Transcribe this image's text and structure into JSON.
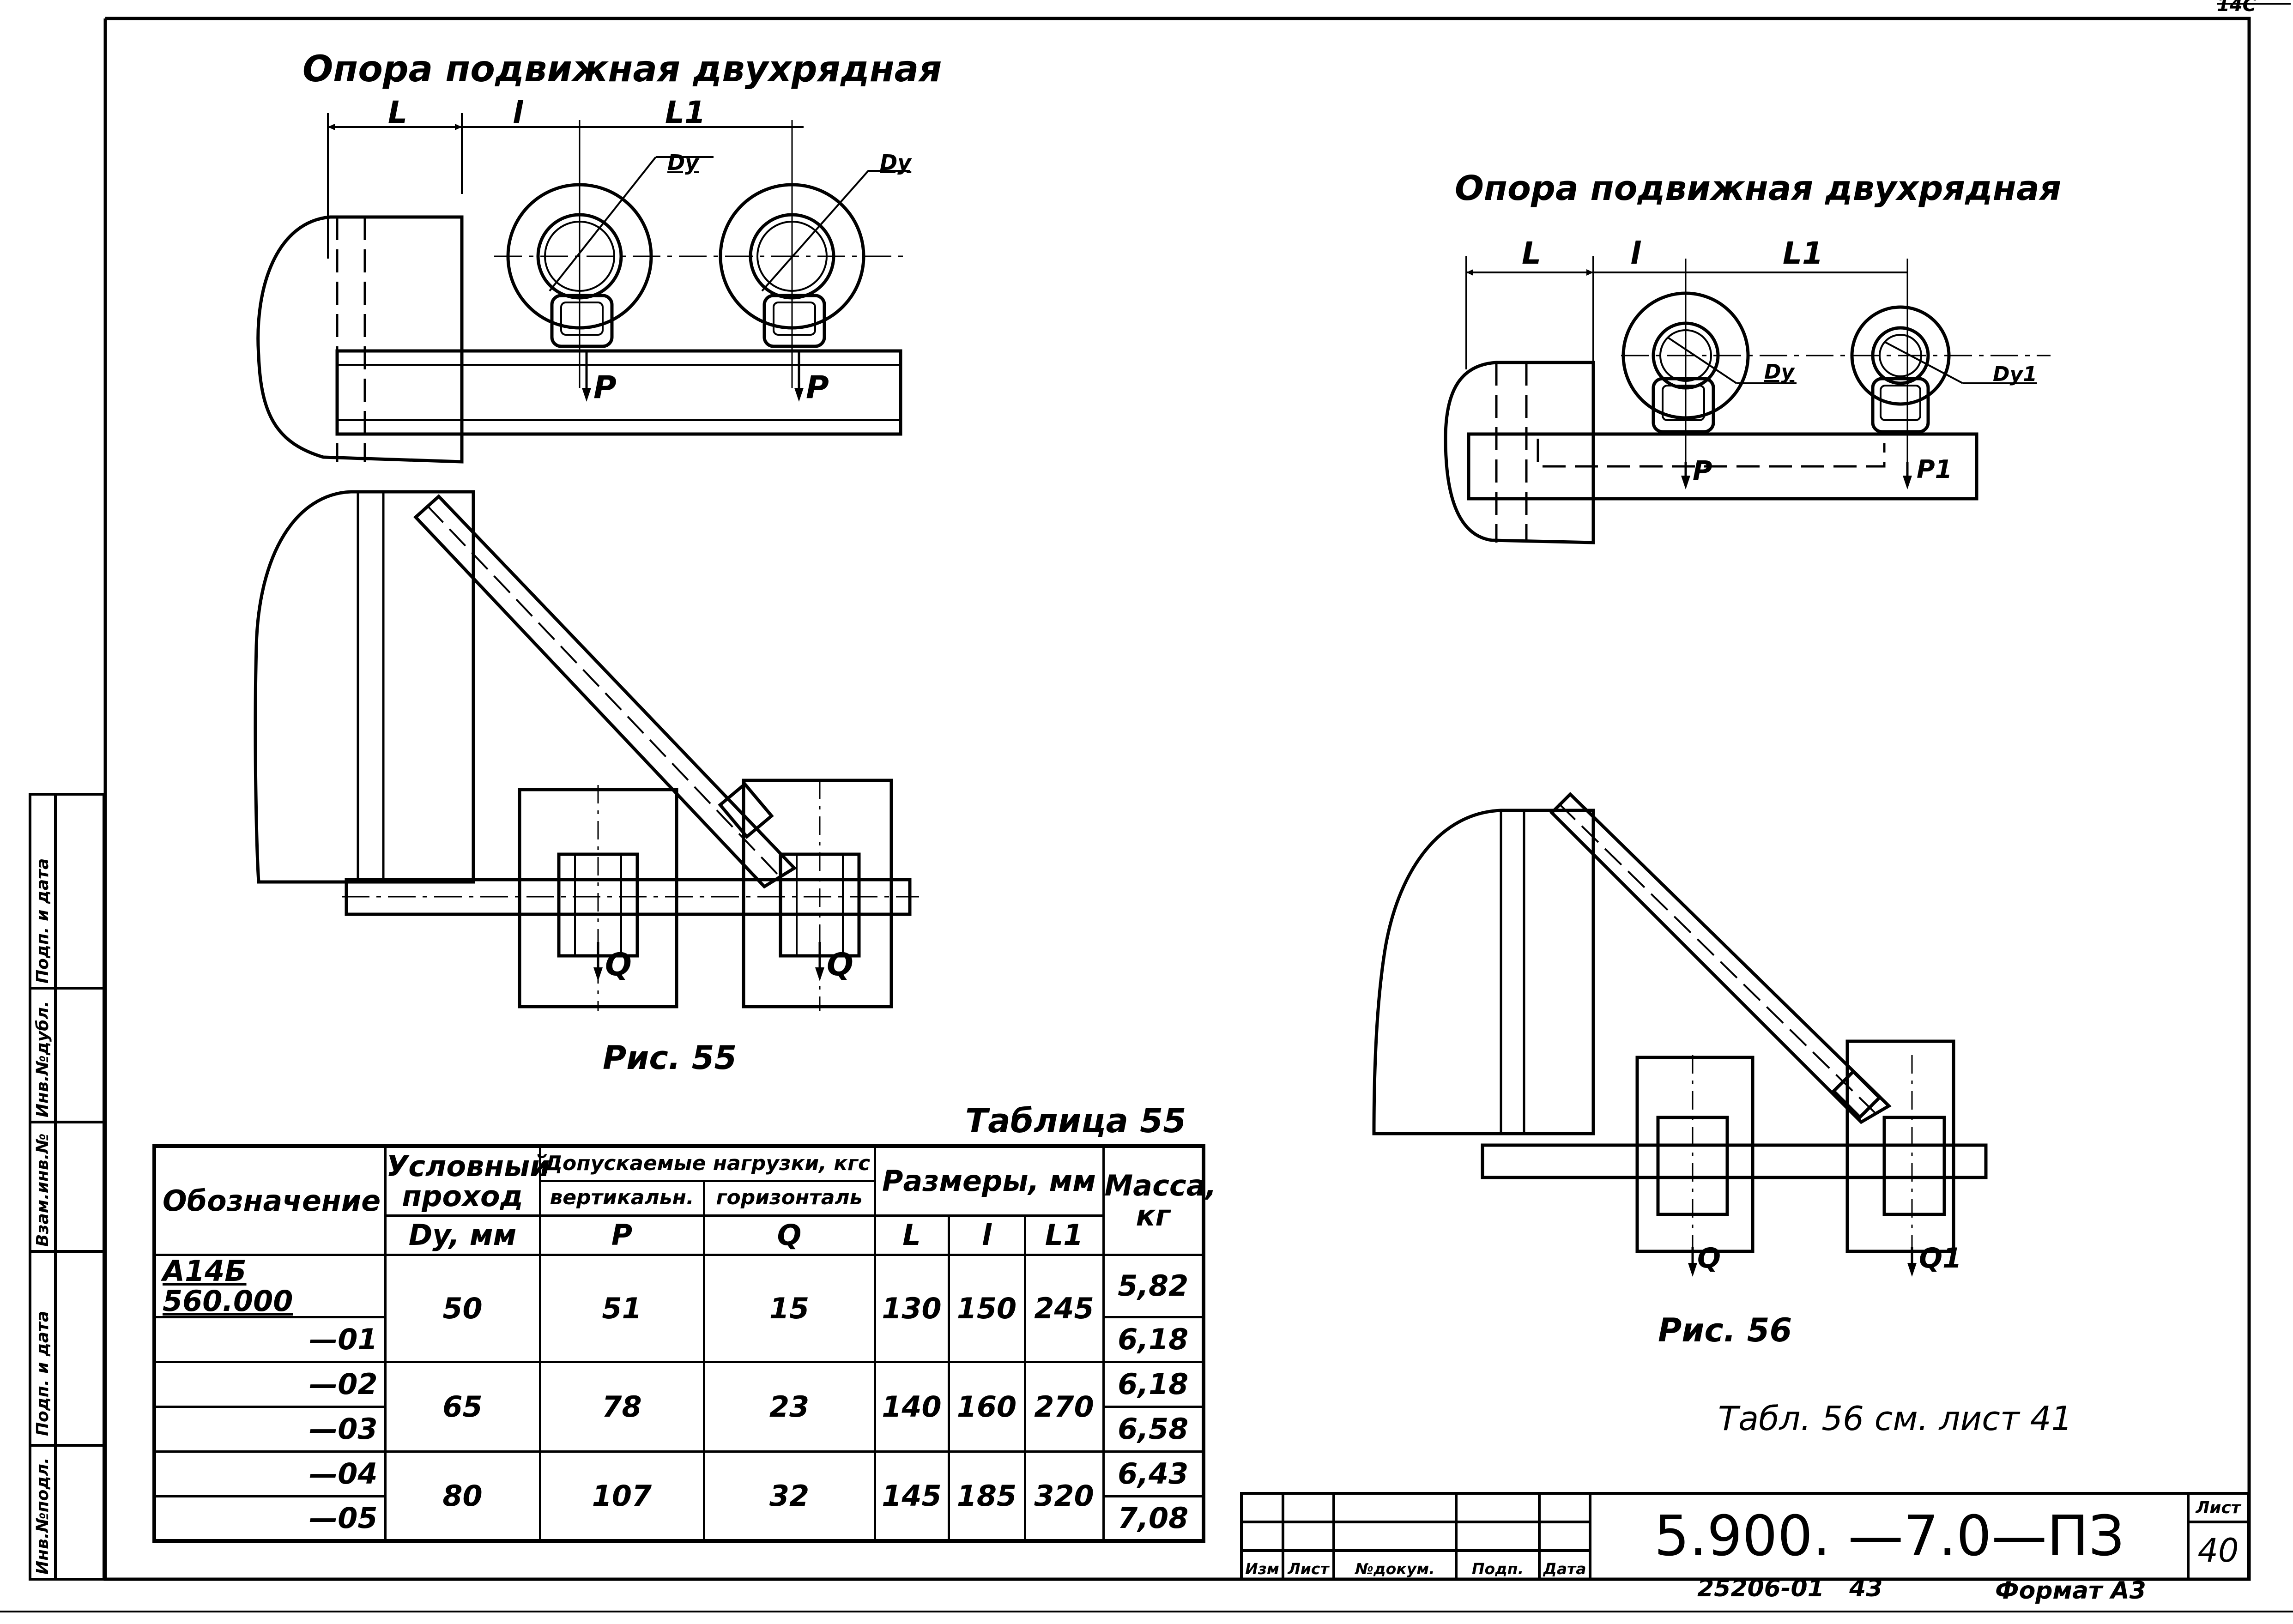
{
  "corner_mark": "14С",
  "fig55": {
    "title": "Опора подвижная двухрядная",
    "dim_L": "L",
    "dim_l": "l",
    "dim_L1": "L1",
    "dy_label_1": "Dy",
    "dy_label_2": "Dy",
    "load_p_1": "P",
    "load_p_2": "P",
    "load_q_1": "Q",
    "load_q_2": "Q",
    "caption": "Рис. 55"
  },
  "fig56": {
    "title": "Опора подвижная двухрядная",
    "dim_L": "L",
    "dim_l": "l",
    "dim_L1": "L1",
    "dy_label": "Dy",
    "dy1_label": "Dy1",
    "load_p": "P",
    "load_p1": "P1",
    "load_q": "Q",
    "load_q1": "Q1",
    "caption": "Рис. 56"
  },
  "table55": {
    "title": "Таблица 55",
    "headers": {
      "designation": "Обозначение",
      "nominal_bore": "Условный проход",
      "nominal_bore_unit": "Dy, мм",
      "loads": "Допускаемые нагрузки, кгс",
      "vertical": "вертикальн.",
      "horizontal": "горизонталь",
      "p": "P",
      "q": "Q",
      "sizes": "Размеры, мм",
      "L": "L",
      "l": "l",
      "L1": "L1",
      "mass": "Масса, кг"
    },
    "rows": [
      {
        "designation": "А14Б 560.000",
        "dy": "50",
        "p": "51",
        "q": "15",
        "L": "130",
        "l": "150",
        "L1": "245",
        "mass": "5,82"
      },
      {
        "designation": "—01",
        "mass": "6,18"
      },
      {
        "designation": "—02",
        "dy": "65",
        "p": "78",
        "q": "23",
        "L": "140",
        "l": "160",
        "L1": "270",
        "mass": "6,18"
      },
      {
        "designation": "—03",
        "mass": "6,58"
      },
      {
        "designation": "—04",
        "dy": "80",
        "p": "107",
        "q": "32",
        "L": "145",
        "l": "185",
        "L1": "320",
        "mass": "6,43"
      },
      {
        "designation": "—05",
        "mass": "7,08"
      }
    ]
  },
  "table56_note": "Табл. 56 см. лист 41",
  "side_stamp": [
    "Инв.№подл.",
    "Подп. и дата",
    "Взам.инв.№",
    "Инв.№дубл.",
    "Подп. и дата"
  ],
  "title_block": {
    "labels": [
      "Изм",
      "Лист",
      "№докум.",
      "Подп.",
      "Дата"
    ],
    "document_code": "5.900. —7.0—ПЗ",
    "sheet_label": "Лист",
    "sheet_number": "40",
    "bottom_code": "25206-01   43",
    "format": "Формат А3"
  }
}
